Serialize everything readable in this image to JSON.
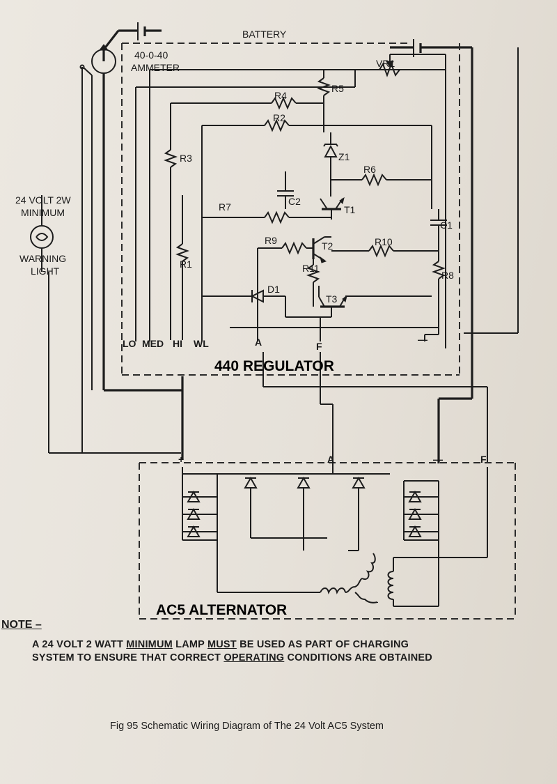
{
  "diagram": {
    "battery_label": "BATTERY",
    "ammeter_label_1": "40-0-40",
    "ammeter_label_2": "AMMETER",
    "lamp_label_1": "24 VOLT 2W",
    "lamp_label_2": "MINIMUM",
    "lamp_label_3": "WARNING",
    "lamp_label_4": "LIGHT",
    "regulator_title": "440 REGULATOR",
    "alternator_title": "AC5 ALTERNATOR",
    "components": {
      "vr1": "VR1",
      "r1": "R1",
      "r2": "R2",
      "r3": "R3",
      "r4": "R4",
      "r5": "R5",
      "r6": "R6",
      "r7": "R7",
      "r8": "R8",
      "r9": "R9",
      "r10": "R10",
      "r11": "R11",
      "c1": "C1",
      "c2": "C2",
      "z1": "Z1",
      "d1": "D1",
      "t1": "T1",
      "t2": "T2",
      "t3": "T3"
    },
    "terminals": {
      "lo": "LO",
      "med": "MED",
      "hi": "HI",
      "wl": "WL",
      "a": "A",
      "f": "F",
      "minus": "—",
      "alt_plus": "+",
      "alt_a": "A",
      "alt_minus": "—",
      "alt_f": "F"
    }
  },
  "note": {
    "heading": "NOTE –",
    "line1_a": "A 24 VOLT 2 WATT ",
    "line1_b": "MINIMUM",
    "line1_c": " LAMP ",
    "line1_d": "MUST",
    "line1_e": " BE USED AS PART OF CHARGING",
    "line2_a": "SYSTEM TO ENSURE THAT CORRECT ",
    "line2_b": "OPERATING",
    "line2_c": " CONDITIONS ARE OBTAINED"
  },
  "caption": "Fig 95  Schematic Wiring Diagram of The 24 Volt AC5 System"
}
